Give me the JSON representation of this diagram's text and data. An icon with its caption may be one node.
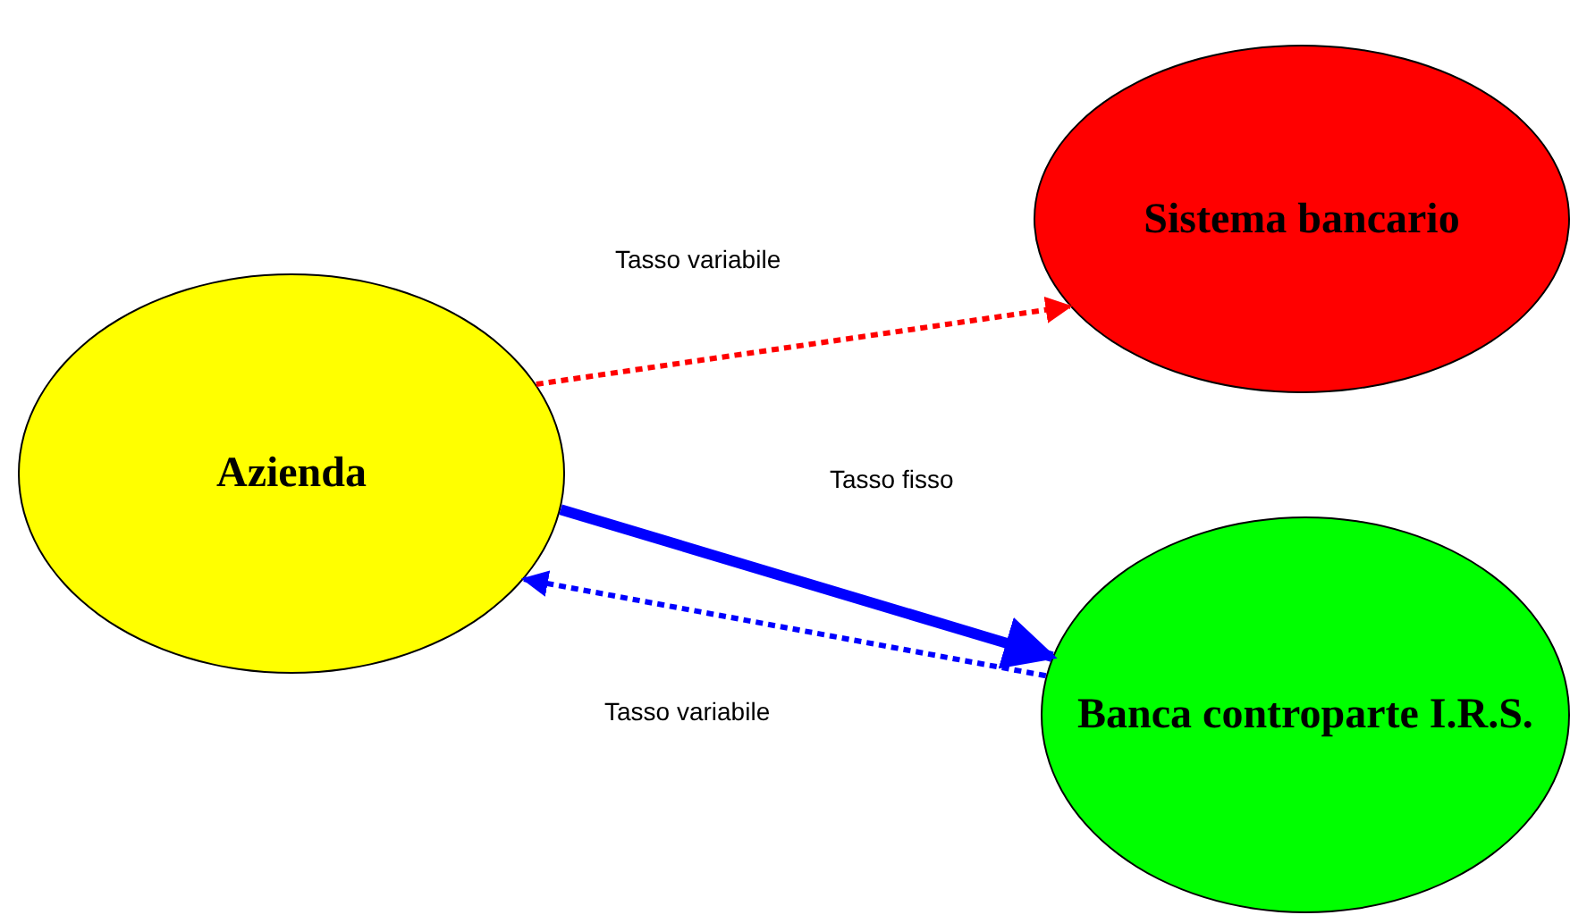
{
  "diagram": {
    "nodes": [
      {
        "text": [
          "Azienda"
        ]
      },
      {
        "text": [
          "Sistema bancario"
        ]
      },
      {
        "text": [
          "Banca controparte I.R.S."
        ]
      }
    ],
    "edges": [
      {
        "from": 0,
        "to": 1,
        "arrow": "to",
        "label": "Tasso variabile",
        "style": "dashed",
        "color": "#ff0000"
      },
      {
        "from": 0,
        "to": 2,
        "arrow": "to",
        "label": "Tasso fisso",
        "style": "thick"
      },
      {
        "from": 2,
        "to": 0,
        "arrow": "to",
        "label": "Tasso variabile",
        "style": "dashed"
      }
    ]
  }
}
